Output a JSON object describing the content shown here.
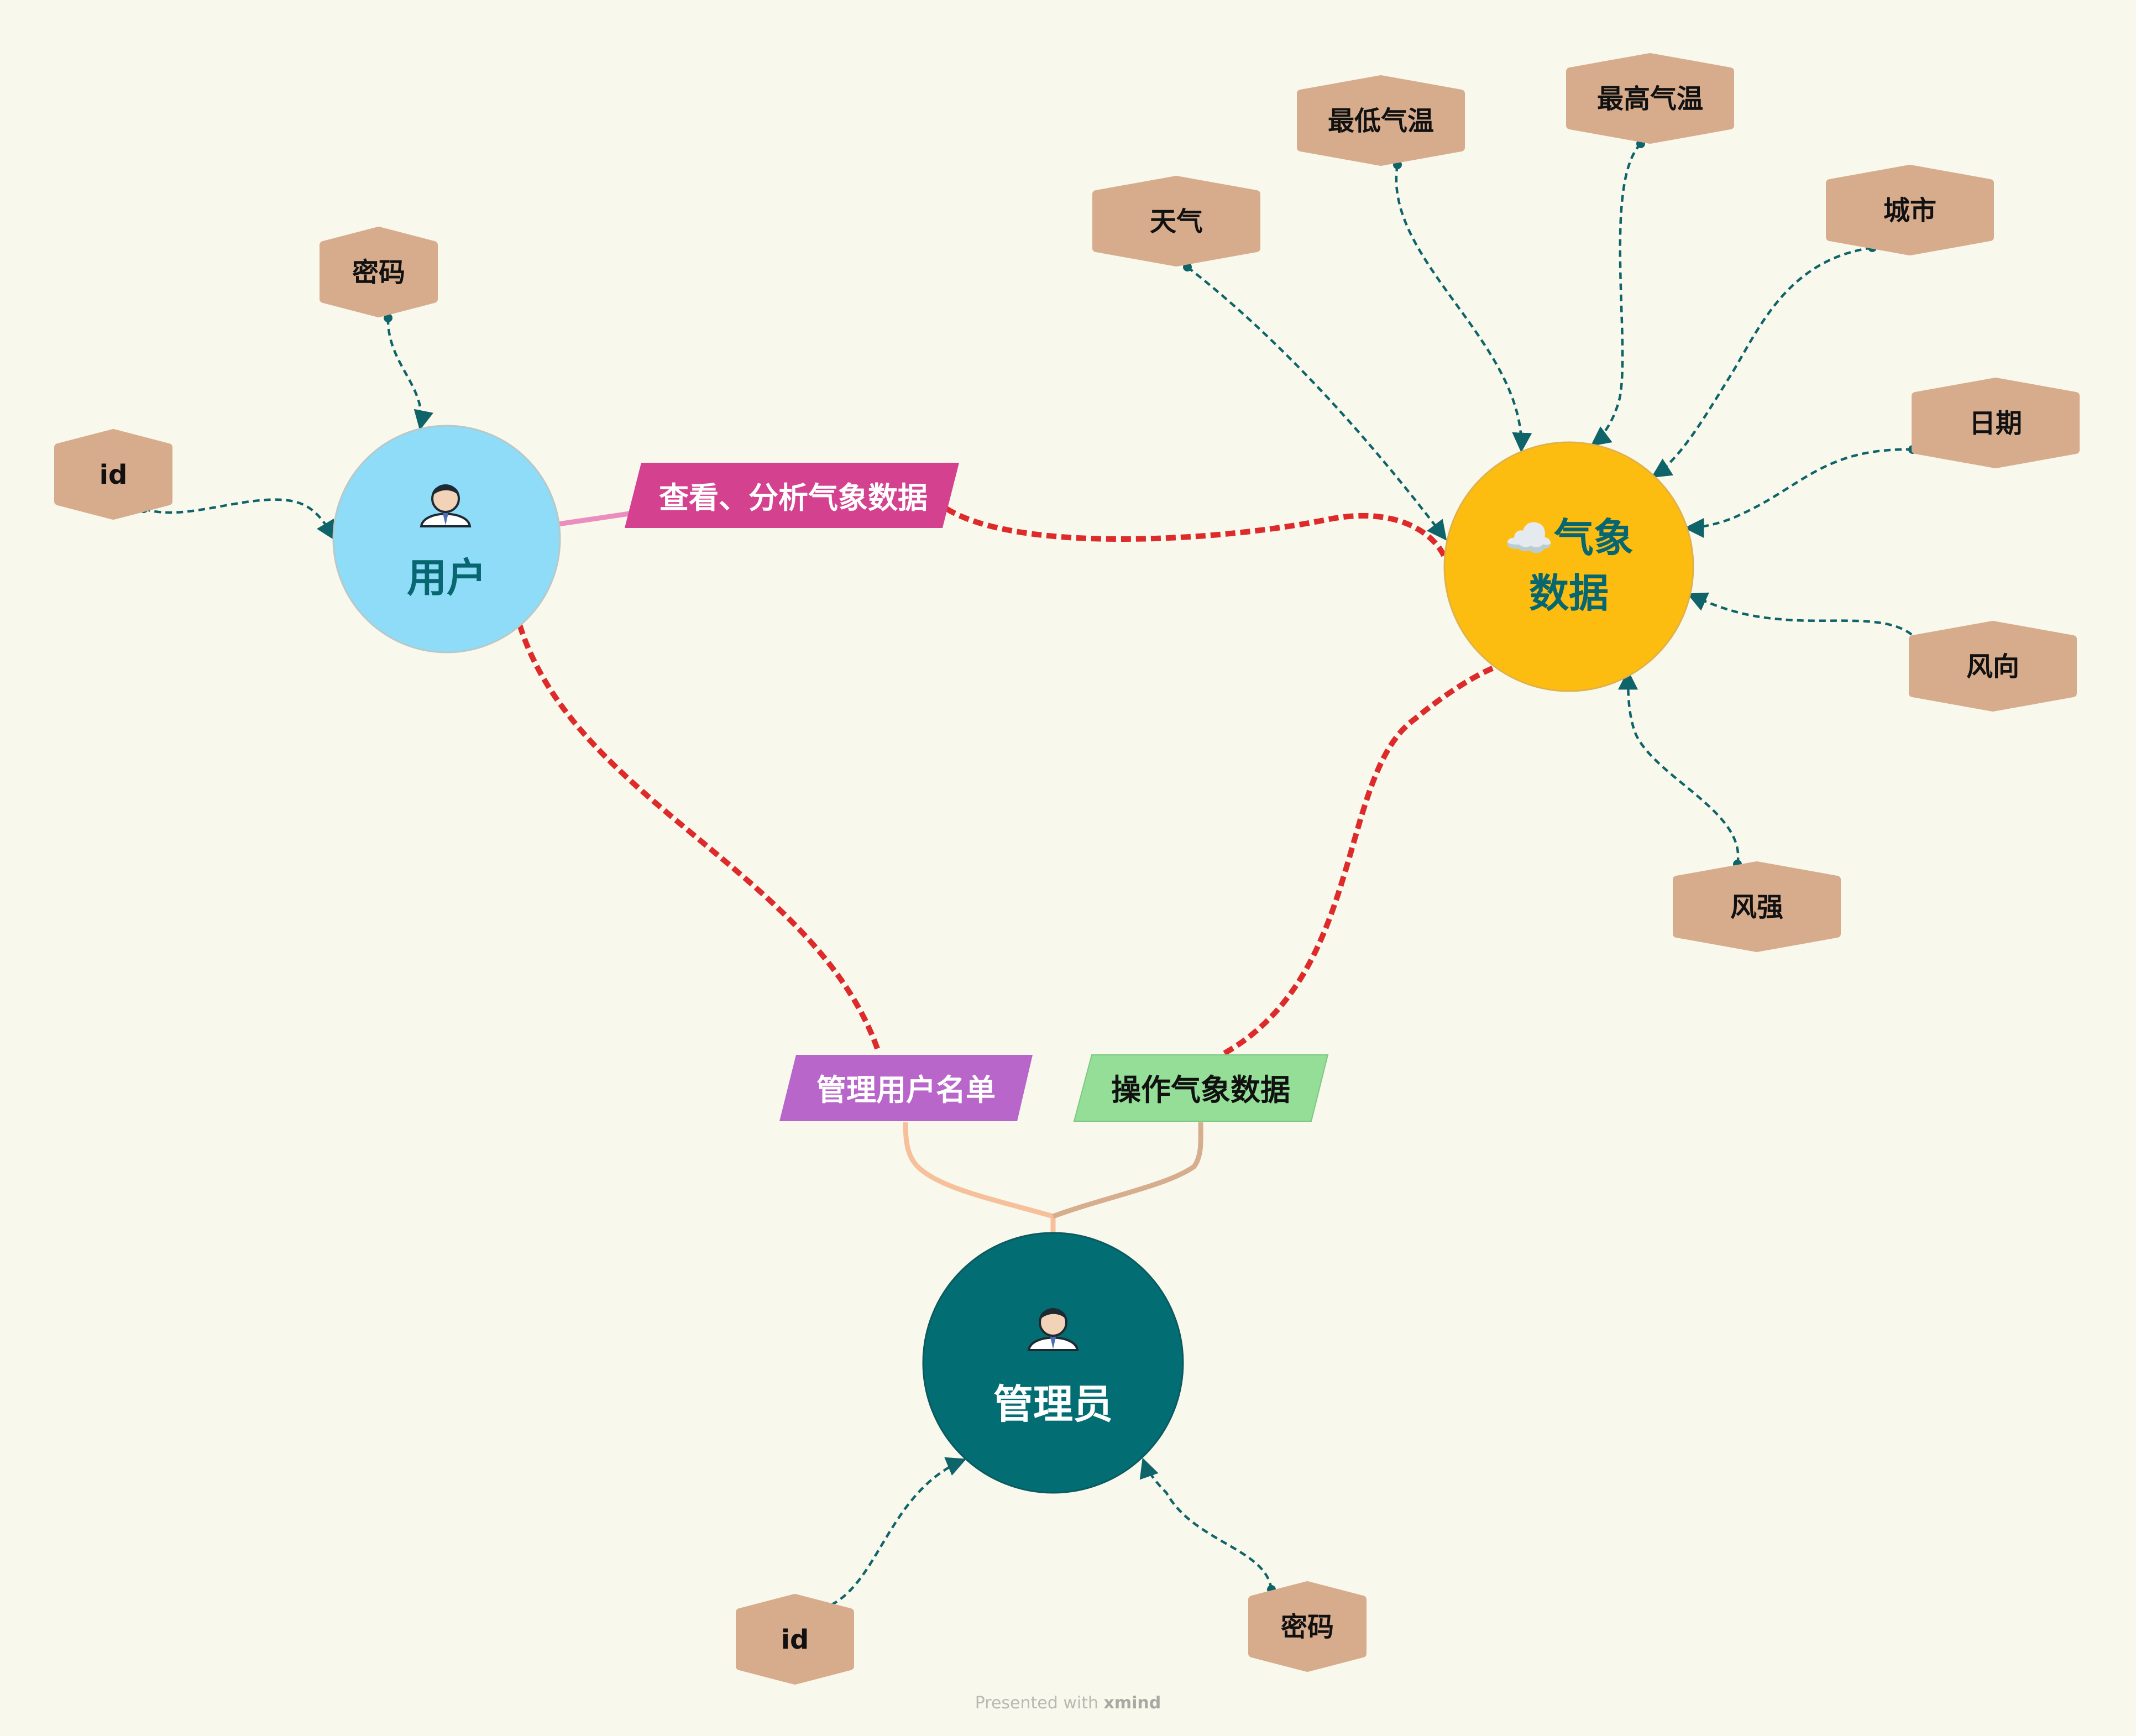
{
  "nodes": {
    "user": {
      "label": "用户"
    },
    "weather": {
      "icon": "cloud-icon",
      "line1": "☁️气象",
      "line2": "数据"
    },
    "admin": {
      "label": "管理员"
    }
  },
  "relations": {
    "user_weather": "查看、分析气象数据",
    "admin_user": "管理用户名单",
    "admin_weather": "操作气象数据"
  },
  "attributes": {
    "user": [
      "密码",
      "id"
    ],
    "weather": [
      "最低气温",
      "最高气温",
      "天气",
      "城市",
      "日期",
      "风向",
      "风强"
    ],
    "admin": [
      "id",
      "密码"
    ]
  },
  "watermark": {
    "prefix": "Presented with ",
    "brand": "xmind"
  },
  "colors": {
    "user": "#8edcf8",
    "weather": "#fdbd10",
    "admin": "#036d74",
    "attribute": "#d7ac8d",
    "relation_user_weather": "#d4418e",
    "relation_admin_user": "#b866c9",
    "relation_admin_weather": "#95de98",
    "dashed_red": "#dd2b2b",
    "arrow_teal": "#0e6469"
  }
}
